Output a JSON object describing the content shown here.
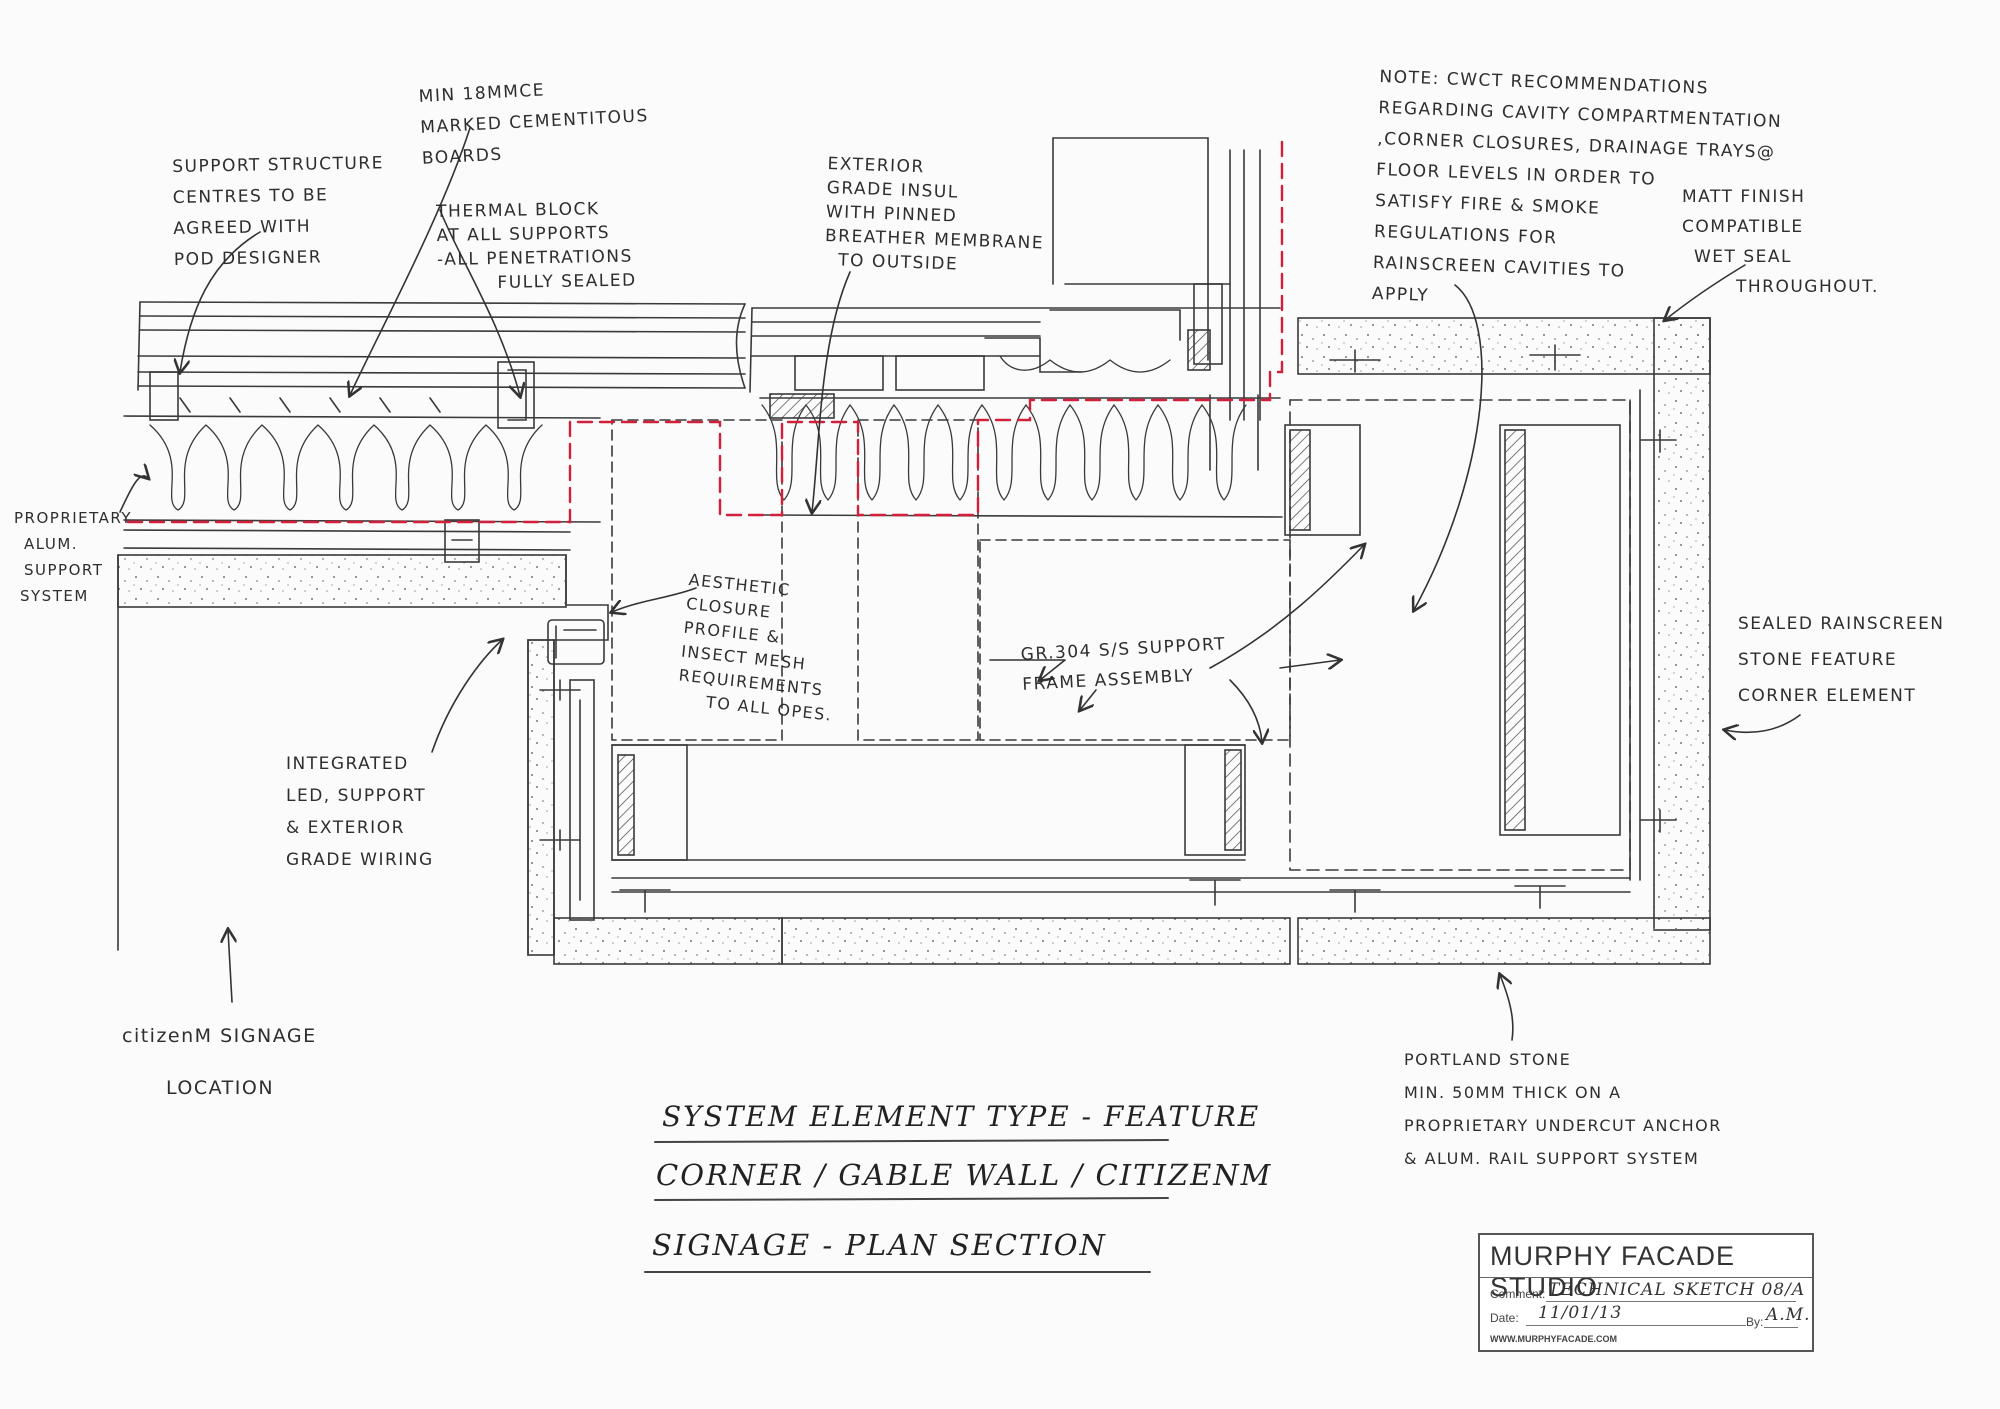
{
  "notes": {
    "support_structure": [
      "SUPPORT STRUCTURE",
      "CENTRES TO BE",
      "AGREED WITH",
      "POD DESIGNER"
    ],
    "cementitious_boards": [
      "MIN 18MMCE",
      "MARKED CEMENTITOUS",
      "BOARDS"
    ],
    "thermal_block": [
      "THERMAL BLOCK",
      "AT ALL SUPPORTS",
      "-ALL PENETRATIONS",
      "FULLY SEALED"
    ],
    "exterior_insulation": [
      "EXTERIOR",
      "GRADE INSUL",
      "WITH PINNED",
      "BREATHER MEMBRANE",
      "TO OUTSIDE"
    ],
    "cwct_note": [
      "NOTE: CWCT RECOMMENDATIONS",
      "REGARDING CAVITY COMPARTMENTATION",
      ",CORNER CLOSURES, DRAINAGE TRAYS@",
      "FLOOR LEVELS IN ORDER TO",
      "SATISFY FIRE & SMOKE",
      "REGULATIONS FOR",
      "RAINSCREEN CAVITIES TO",
      "APPLY"
    ],
    "matt_finish": [
      "MATT FINISH",
      "COMPATIBLE",
      "WET SEAL",
      "THROUGHOUT."
    ],
    "proprietary_alum": [
      "PROPRIETARY",
      "ALUM.",
      "SUPPORT",
      "SYSTEM"
    ],
    "aesthetic_closure": [
      "AESTHETIC",
      "CLOSURE",
      "PROFILE &",
      "INSECT MESH",
      "REQUIREMENTS",
      "TO ALL OPES."
    ],
    "support_frame": [
      "GR.304 S/S SUPPORT",
      "FRAME ASSEMBLY"
    ],
    "sealed_rainscreen": [
      "SEALED RAINSCREEN",
      "STONE FEATURE",
      "CORNER ELEMENT"
    ],
    "integrated_led": [
      "INTEGRATED",
      "LED, SUPPORT",
      "& EXTERIOR",
      "GRADE WIRING"
    ],
    "signage_location": [
      "citizenM SIGNAGE",
      "LOCATION"
    ],
    "portland_stone": [
      "PORTLAND STONE",
      "MIN. 50MM THICK ON A",
      "PROPRIETARY UNDERCUT ANCHOR",
      "& ALUM. RAIL SUPPORT SYSTEM"
    ]
  },
  "title": {
    "line1": "SYSTEM ELEMENT TYPE - FEATURE",
    "line2": "CORNER / GABLE WALL / citizenM",
    "line3": "SIGNAGE - PLAN SECTION"
  },
  "title_block": {
    "studio": "MURPHY FACADE STUDIO",
    "comment_label": "Comment:",
    "comment_value": "TECHNICAL SKETCH 08/A",
    "date_label": "Date:",
    "date_value": "11/01/13",
    "by_label": "By:",
    "by_value": "A.M.",
    "url": "WWW.MURPHYFACADE.COM"
  },
  "colors": {
    "ink": "#3a3a3a",
    "red_dash": "#d0203a",
    "paper": "#fbfbfb"
  }
}
